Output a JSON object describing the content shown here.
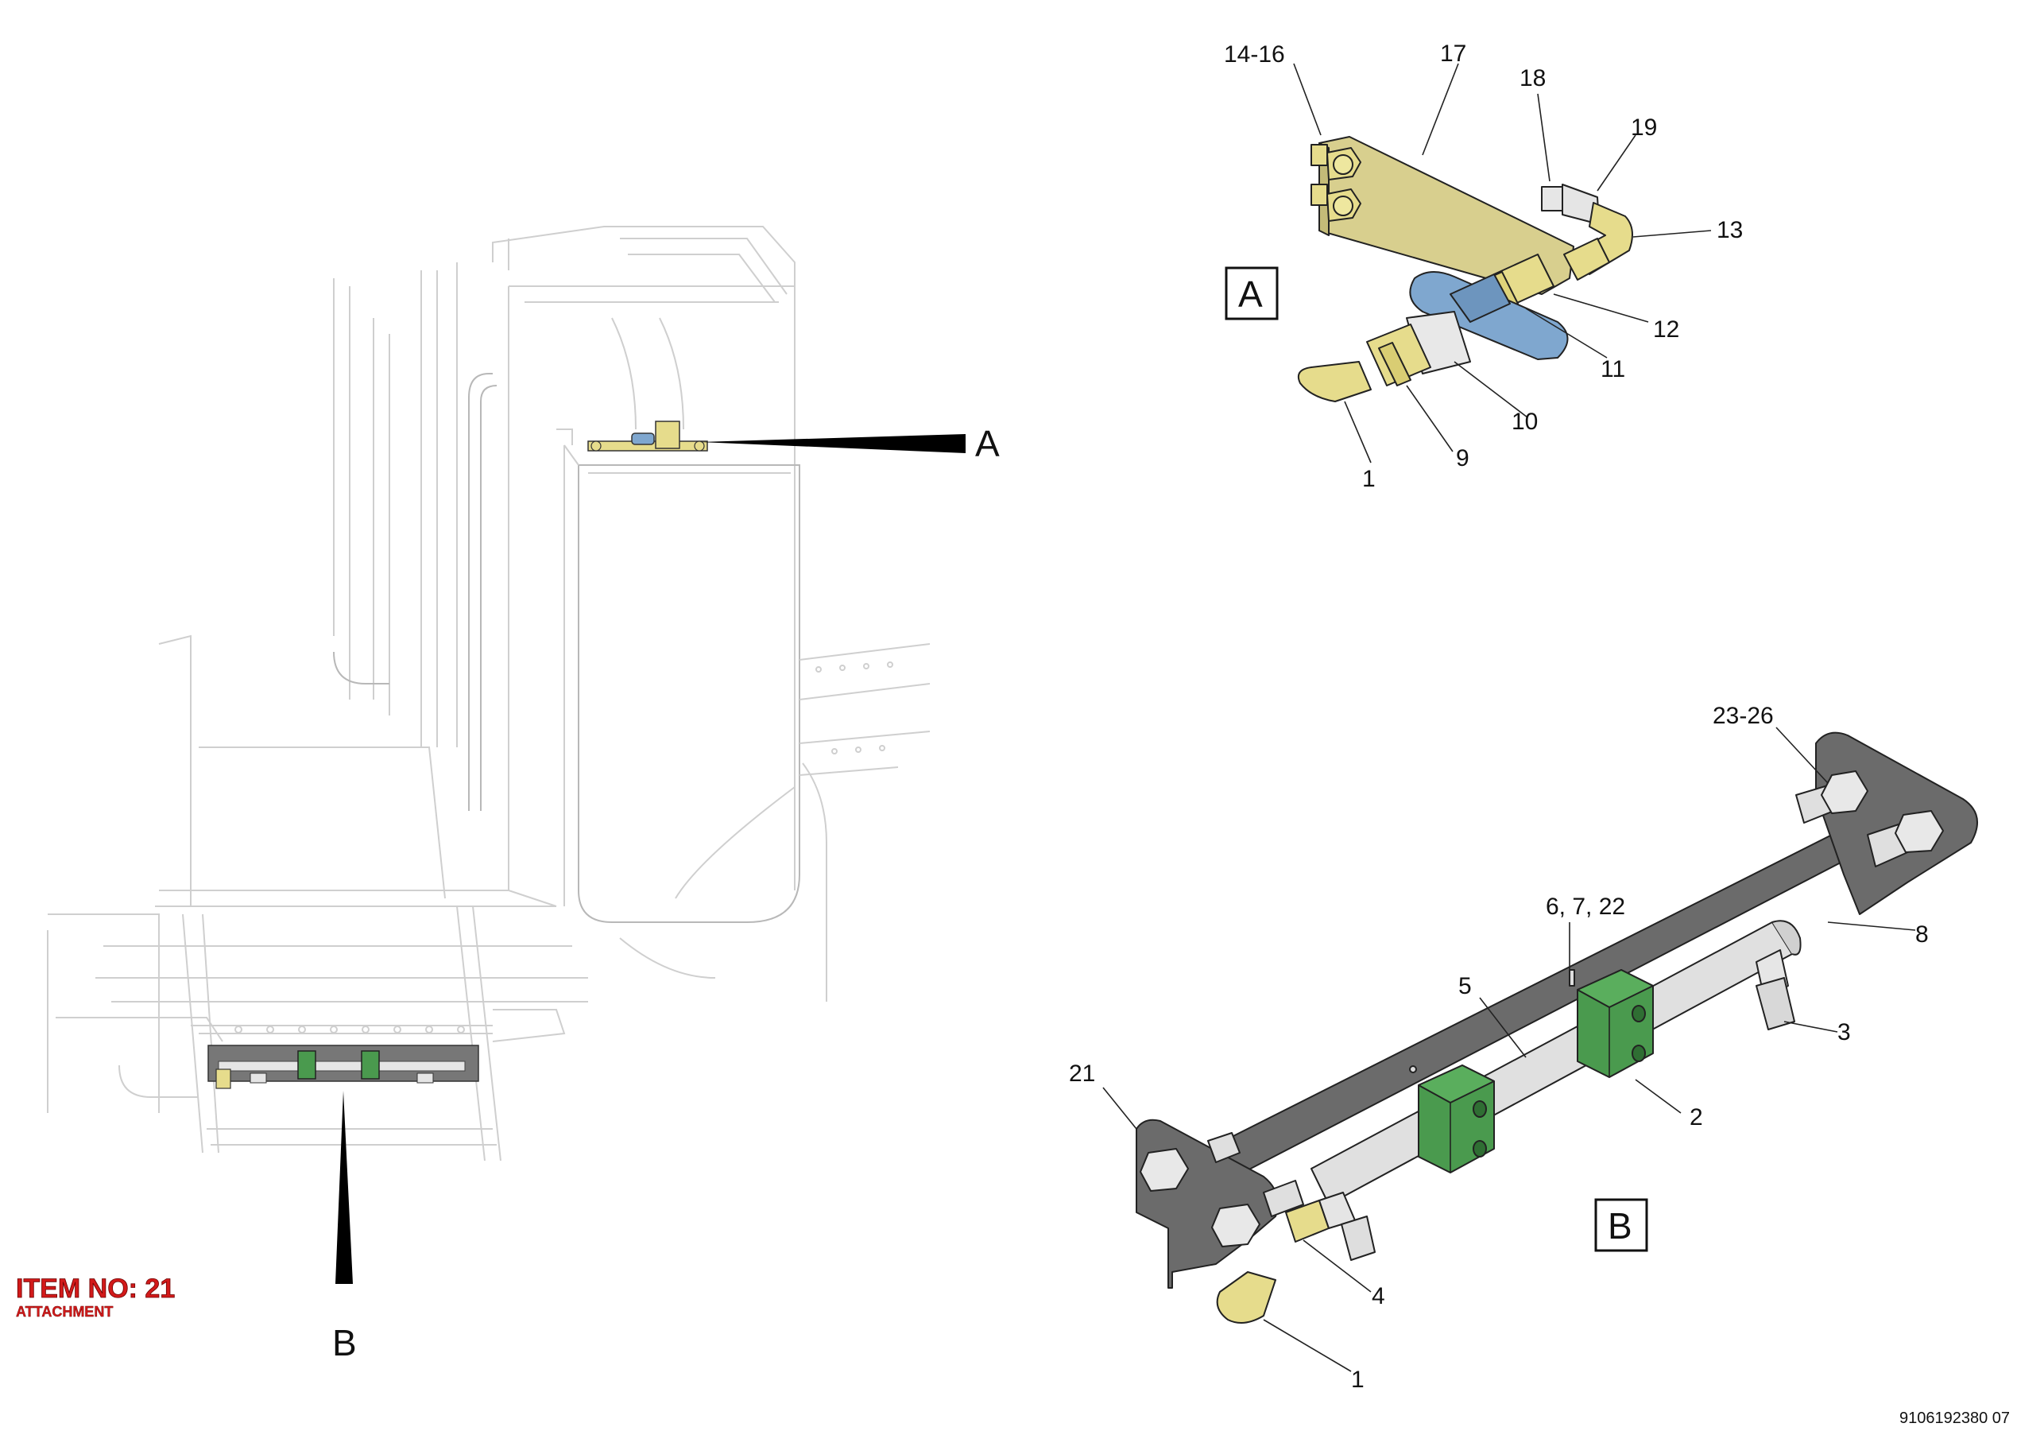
{
  "item": {
    "number_label": "ITEM NO: 21",
    "subtitle": "ATTACHMENT"
  },
  "views": {
    "a_label": "A",
    "b_label": "B",
    "detail_a_box": "A",
    "detail_b_box": "B"
  },
  "callouts_a": [
    {
      "id": "c14-16",
      "text": "14-16"
    },
    {
      "id": "c17",
      "text": "17"
    },
    {
      "id": "c18",
      "text": "18"
    },
    {
      "id": "c19",
      "text": "19"
    },
    {
      "id": "c13",
      "text": "13"
    },
    {
      "id": "c12",
      "text": "12"
    },
    {
      "id": "c11",
      "text": "11"
    },
    {
      "id": "c10",
      "text": "10"
    },
    {
      "id": "c9",
      "text": "9"
    },
    {
      "id": "c1a",
      "text": "1"
    }
  ],
  "callouts_b": [
    {
      "id": "c23-26",
      "text": "23-26"
    },
    {
      "id": "c8",
      "text": "8"
    },
    {
      "id": "c6-7-22",
      "text": "6, 7, 22"
    },
    {
      "id": "c5",
      "text": "5"
    },
    {
      "id": "c3",
      "text": "3"
    },
    {
      "id": "c2",
      "text": "2"
    },
    {
      "id": "c21",
      "text": "21"
    },
    {
      "id": "c4",
      "text": "4"
    },
    {
      "id": "c1b",
      "text": "1"
    }
  ],
  "reference_number": "9106192380 07",
  "colors": {
    "brass": "#e6dc8c",
    "mount_plate": "#d8cf8e",
    "valve_handle": "#7fa7cf",
    "clamp_green": "#4a9a4e",
    "bracket_grey": "#6b6b6b",
    "tube_light": "#dcdcdc",
    "ghost_line": "#cfcfcf",
    "item_red": "#d21a1a"
  }
}
